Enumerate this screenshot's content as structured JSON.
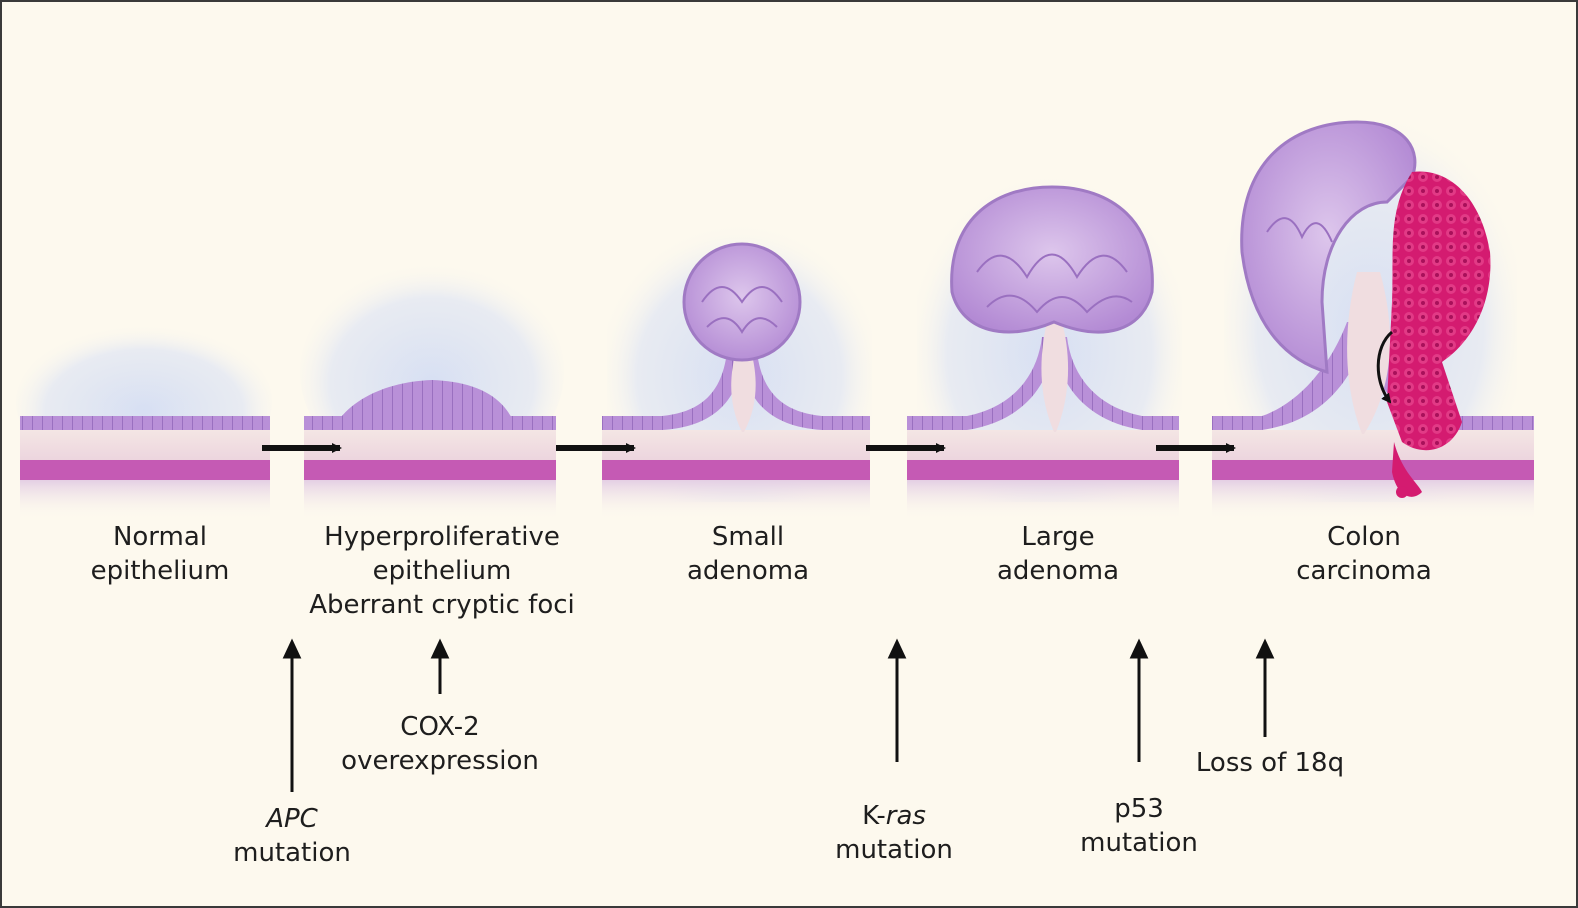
{
  "stages": [
    {
      "id": "normal",
      "lines": [
        "Normal",
        "epithelium"
      ]
    },
    {
      "id": "hyper",
      "lines": [
        "Hyperproliferative",
        "epithelium",
        "Aberrant cryptic foci"
      ]
    },
    {
      "id": "small",
      "lines": [
        "Small",
        "adenoma"
      ]
    },
    {
      "id": "large",
      "lines": [
        "Large",
        "adenoma"
      ]
    },
    {
      "id": "carcinoma",
      "lines": [
        "Colon",
        "carcinoma"
      ]
    }
  ],
  "events": {
    "apc": {
      "gene": "APC",
      "suffix": "mutation"
    },
    "cox2": {
      "line1": "COX-2",
      "line2": "overexpression"
    },
    "kras": {
      "prefix": "K-",
      "gene_italic": "ras",
      "suffix": "mutation"
    },
    "p53": {
      "line1": "p53",
      "line2": "mutation"
    },
    "loss18q": {
      "line1": "Loss of 18q"
    }
  },
  "colors": {
    "background": "#fdf9ee",
    "epithelium": "#b58ed6",
    "muscle_band": "#c55ab4",
    "stroma": "#eed9e1",
    "halo": "#d5def3",
    "carcinoma": "#d41b70",
    "arrow": "#111111"
  }
}
